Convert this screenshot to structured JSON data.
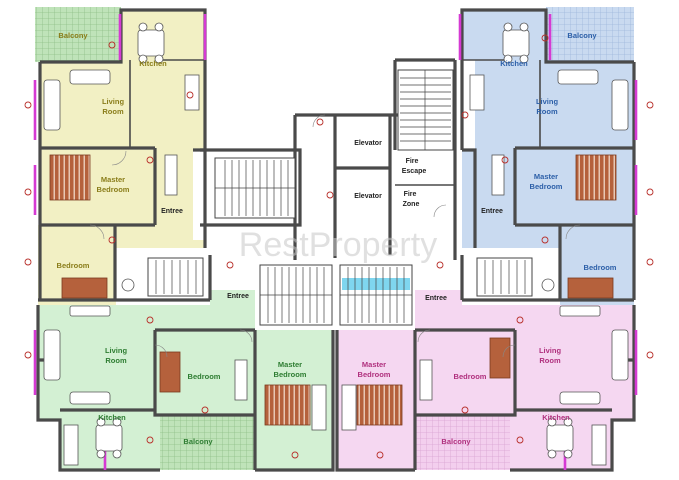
{
  "watermark": "RestProperty",
  "colors": {
    "yellow_unit": "#f2f0c4",
    "blue_unit": "#c9daf0",
    "green_unit": "#d3f0d3",
    "pink_unit": "#f5d7f1",
    "balcony_hatch": "#9acb96",
    "core": "#ffffff",
    "stair_highlight": "#7fd6ef",
    "bed": "#b5613c",
    "wall": "#4a4a4a",
    "accent_wall": "#d53ad3"
  },
  "core": {
    "elevator_1": "Elevator",
    "elevator_2": "Elevator",
    "fire_escape": [
      "Fire",
      "Escape"
    ],
    "fire_zone": [
      "Fire",
      "Zone"
    ]
  },
  "units": {
    "top_left": {
      "balcony": "Balcony",
      "kitchen": "Kitchen",
      "living_room": [
        "Living",
        "Room"
      ],
      "master_bedroom": [
        "Master",
        "Bedroom"
      ],
      "entree": "Entree",
      "bedroom": "Bedroom"
    },
    "top_right": {
      "balcony": "Balcony",
      "kitchen": "Kitchen",
      "living_room": [
        "Living",
        "Room"
      ],
      "master_bedroom": [
        "Master",
        "Bedroom"
      ],
      "entree": "Entree",
      "bedroom": "Bedroom"
    },
    "bottom_left": {
      "entree": "Entree",
      "living_room": [
        "Living",
        "Room"
      ],
      "bedroom": "Bedroom",
      "master_bedroom": [
        "Master",
        "Bedroom"
      ],
      "kitchen": "Kitchen",
      "balcony": "Balcony"
    },
    "bottom_right": {
      "entree": "Entree",
      "master_bedroom": [
        "Master",
        "Bedroom"
      ],
      "bedroom": "Bedroom",
      "living_room": [
        "Living",
        "Room"
      ],
      "kitchen": "Kitchen",
      "balcony": "Balcony"
    }
  }
}
